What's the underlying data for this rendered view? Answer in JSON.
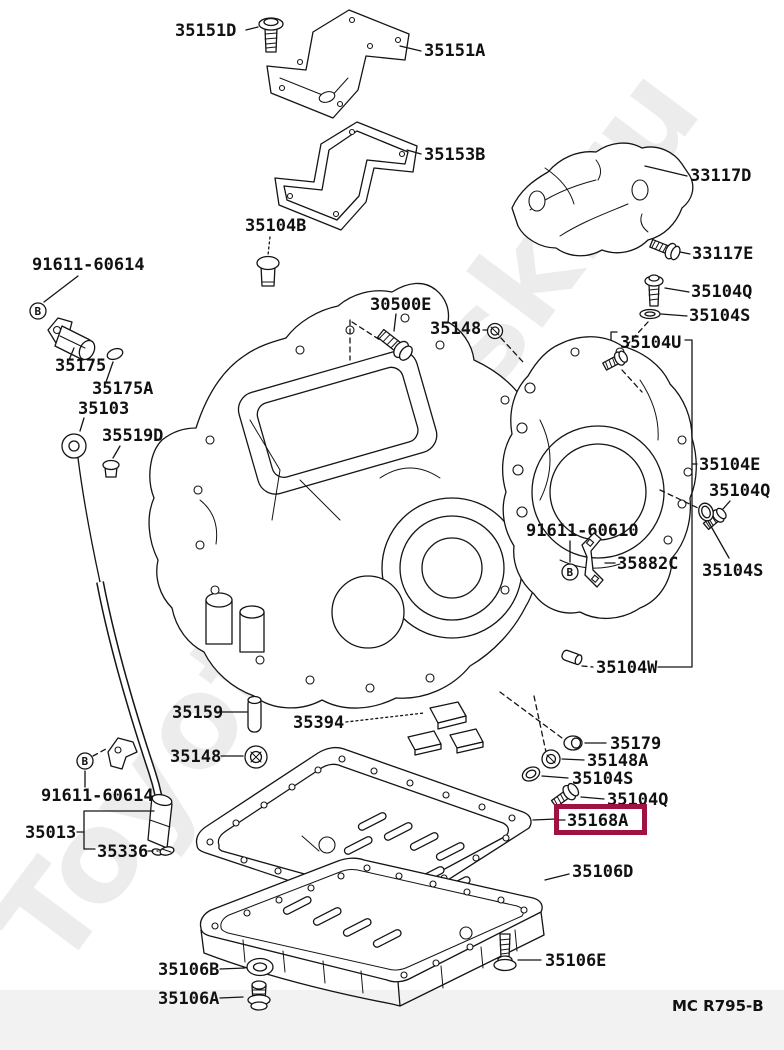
{
  "diagram": {
    "watermark": "ToyotaMinsk.ru",
    "footer_code": "MC  R795-B",
    "symbol_b": "B",
    "highlight_color": "#A01243",
    "highlighted_part": "35168A",
    "labels": {
      "35151D": "35151D",
      "35151A": "35151A",
      "35153B": "35153B",
      "35104B": "35104B",
      "33117D": "33117D",
      "33117E": "33117E",
      "35104Q": "35104Q",
      "35104S": "35104S",
      "91611_60614": "91611-60614",
      "35175": "35175",
      "35175A": "35175A",
      "35103": "35103",
      "35519D": "35519D",
      "30500E": "30500E",
      "35148": "35148",
      "35104U": "35104U",
      "35104E": "35104E",
      "91611_60610": "91611-60610",
      "35882C": "35882C",
      "35104W": "35104W",
      "35159": "35159",
      "35394": "35394",
      "35179": "35179",
      "35148A": "35148A",
      "35168A": "35168A",
      "35106D": "35106D",
      "35106E": "35106E",
      "35106B": "35106B",
      "35106A": "35106A",
      "35013": "35013",
      "35336": "35336"
    }
  }
}
